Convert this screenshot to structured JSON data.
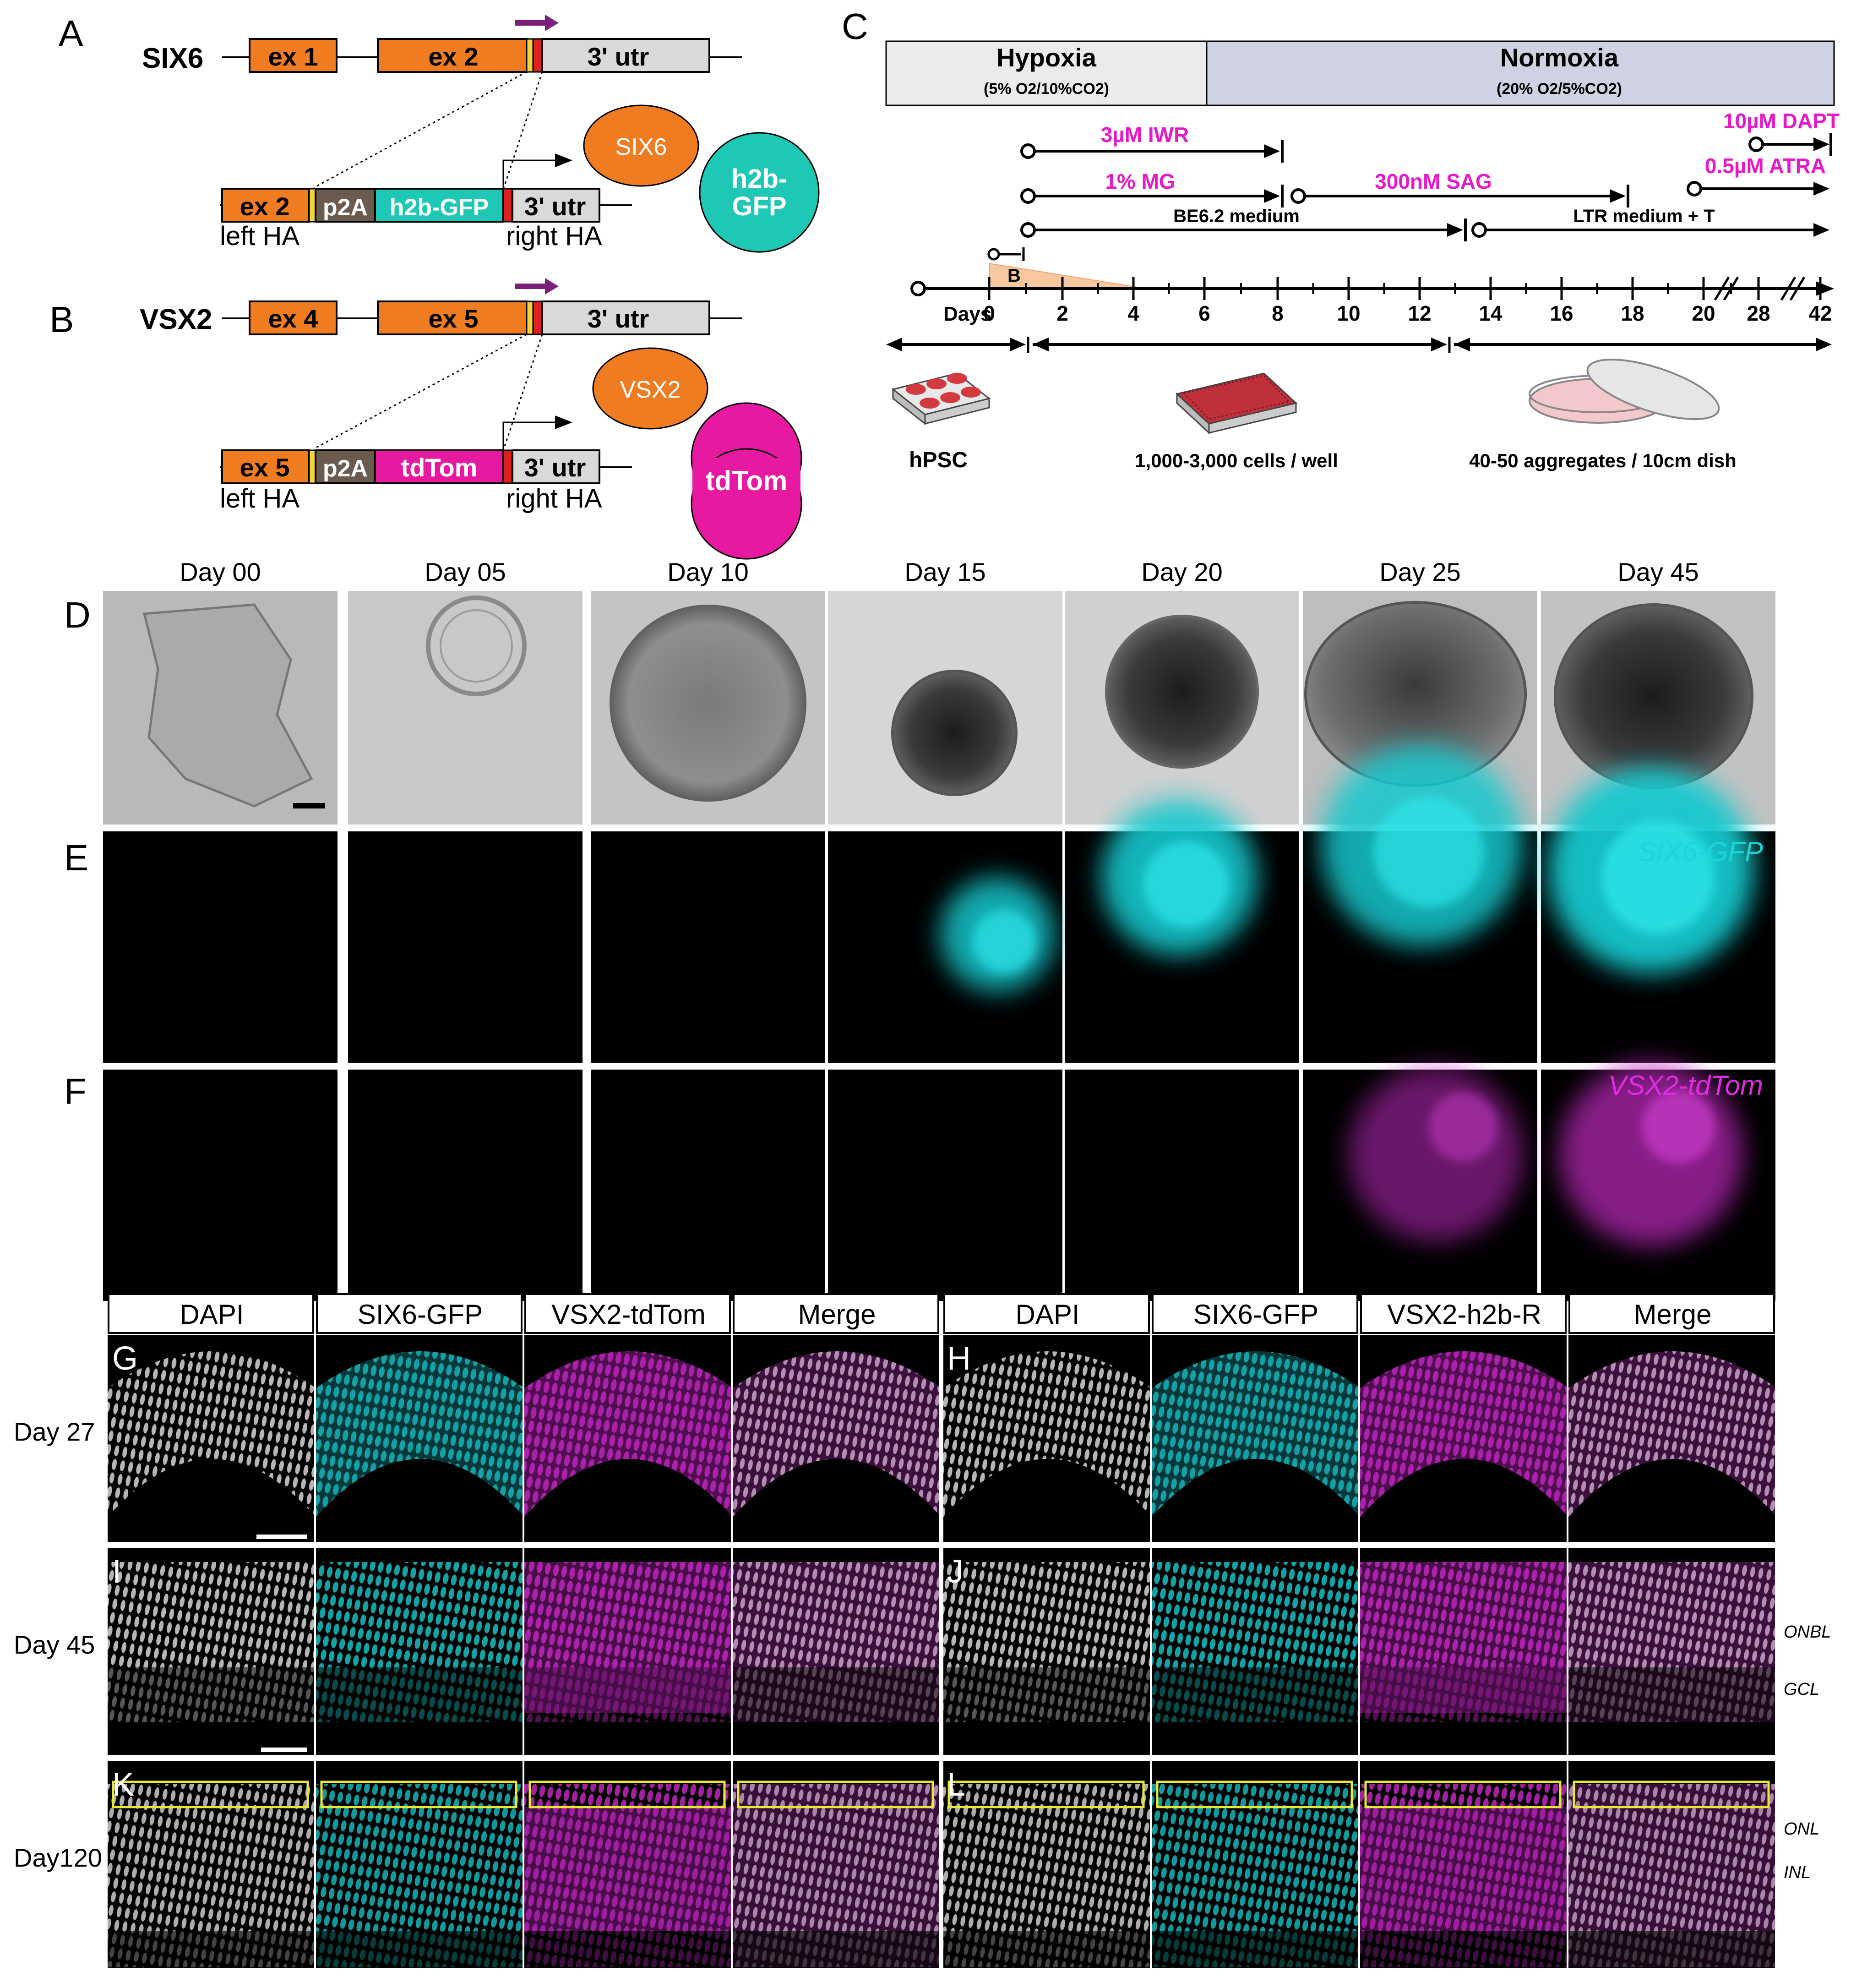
{
  "panels": {
    "A": {
      "letter": "A",
      "gene": "SIX6",
      "exons_top": [
        "ex 1",
        "ex 2",
        "3' utr"
      ],
      "construct": [
        "ex 2",
        "p2A",
        "h2b-GFP",
        "3' utr"
      ],
      "left_ha": "left HA",
      "right_ha": "right HA",
      "product1": "SIX6",
      "product2_line1": "h2b-",
      "product2_line2": "GFP"
    },
    "B": {
      "letter": "B",
      "gene": "VSX2",
      "exons_top": [
        "ex 4",
        "ex 5",
        "3' utr"
      ],
      "construct": [
        "ex 5",
        "p2A",
        "tdTom",
        "3' utr"
      ],
      "left_ha": "left HA",
      "right_ha": "right HA",
      "product1": "VSX2",
      "product2": "tdTom"
    },
    "C": {
      "letter": "C",
      "hypoxia": "Hypoxia",
      "hypoxia_sub": "(5% O2/10%CO2)",
      "normoxia": "Normoxia",
      "normoxia_sub": "(20% O2/5%CO2)",
      "treatments": {
        "iwr": "3µM IWR",
        "mg": "1% MG",
        "sag": "300nM SAG",
        "dapt": "10µM DAPT",
        "atra": "0.5µM ATRA",
        "be62": "BE6.2 medium",
        "ltr": "LTR medium  + T",
        "bmp": "B"
      },
      "days_label": "Days",
      "ticks": [
        "0",
        "2",
        "4",
        "6",
        "8",
        "10",
        "12",
        "14",
        "16",
        "18",
        "20",
        "28",
        "42"
      ],
      "stages": [
        "hPSC",
        "1,000-3,000 cells / well",
        "40-50 aggregates / 10cm dish"
      ]
    },
    "DEF": {
      "letters": [
        "D",
        "E",
        "F"
      ],
      "days": [
        "Day 00",
        "Day 05",
        "Day 10",
        "Day 15",
        "Day 20",
        "Day 25",
        "Day 45"
      ],
      "e_label": "SIX6-GFP",
      "f_label": "VSX2-tdTom",
      "e_intensity": [
        0,
        0,
        0,
        0.85,
        0.9,
        0.85,
        0.95
      ],
      "f_intensity": [
        0,
        0,
        0,
        0,
        0,
        0.55,
        0.7
      ]
    },
    "GL": {
      "headers_left": [
        "DAPI",
        "SIX6-GFP",
        "VSX2-tdTom",
        "Merge"
      ],
      "headers_right": [
        "DAPI",
        "SIX6-GFP",
        "VSX2-h2b-R",
        "Merge"
      ],
      "row_days": [
        "Day 27",
        "Day 45",
        "Day120"
      ],
      "letters": [
        "G",
        "H",
        "I",
        "J",
        "K",
        "L"
      ],
      "layers": [
        "ONBL",
        "GCL",
        "ONL",
        "INL"
      ]
    }
  },
  "colors": {
    "exon": "#f07c22",
    "utr": "#d9d9d9",
    "p2a": "#6b5a4e",
    "gfp": "#1fc7b5",
    "tdtom": "#e619a0",
    "arrow": "#7a1f7a",
    "hypoxia": "#ebebeb",
    "normoxia": "#cfd2e3",
    "treatment": "#e619c8",
    "cyan": "#19d6dc",
    "magenta": "#e02be0",
    "box": "#e8e83a"
  }
}
